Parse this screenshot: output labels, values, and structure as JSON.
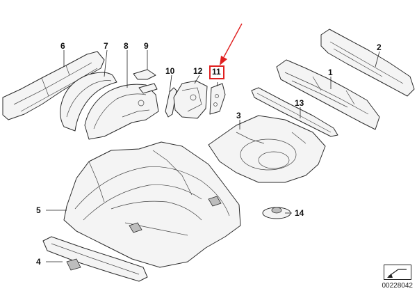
{
  "diagram": {
    "callouts": [
      {
        "id": "1",
        "label": "1"
      },
      {
        "id": "2",
        "label": "2"
      },
      {
        "id": "3",
        "label": "3"
      },
      {
        "id": "4",
        "label": "4"
      },
      {
        "id": "5",
        "label": "5"
      },
      {
        "id": "6",
        "label": "6"
      },
      {
        "id": "7",
        "label": "7"
      },
      {
        "id": "8",
        "label": "8"
      },
      {
        "id": "9",
        "label": "9"
      },
      {
        "id": "10",
        "label": "10"
      },
      {
        "id": "11",
        "label": "11"
      },
      {
        "id": "12",
        "label": "12"
      },
      {
        "id": "13",
        "label": "13"
      },
      {
        "id": "14",
        "label": "14"
      }
    ],
    "highlighted_part": "11",
    "highlight_color": "#e02020",
    "catalog_number": "00228042"
  }
}
